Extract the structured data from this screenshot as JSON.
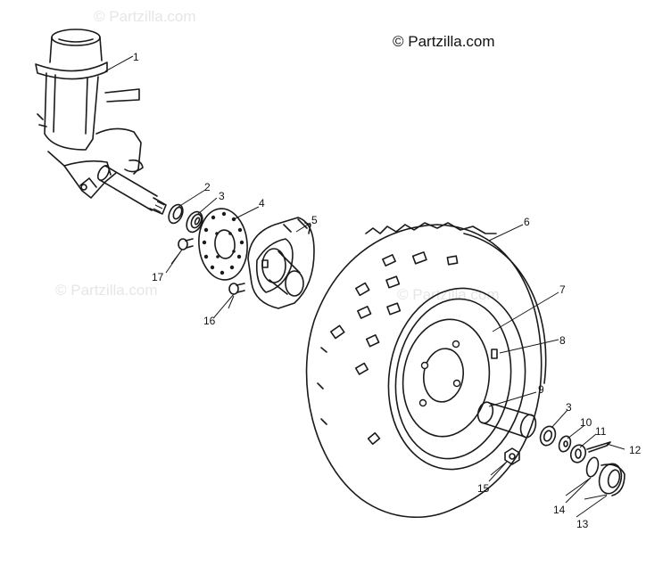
{
  "copyright": "© Partzilla.com",
  "watermark": "© Partzilla.com",
  "callouts": {
    "c1": "1",
    "c2": "2",
    "c3a": "3",
    "c4": "4",
    "c5": "5",
    "c6": "6",
    "c7": "7",
    "c8": "8",
    "c9": "9",
    "c3b": "3",
    "c10": "10",
    "c11": "11",
    "c12": "12",
    "c13": "13",
    "c14": "14",
    "c15": "15",
    "c16": "16",
    "c17": "17"
  },
  "colors": {
    "line": "#1a1a1a",
    "background": "#ffffff",
    "watermark": "#e6e6e6"
  }
}
